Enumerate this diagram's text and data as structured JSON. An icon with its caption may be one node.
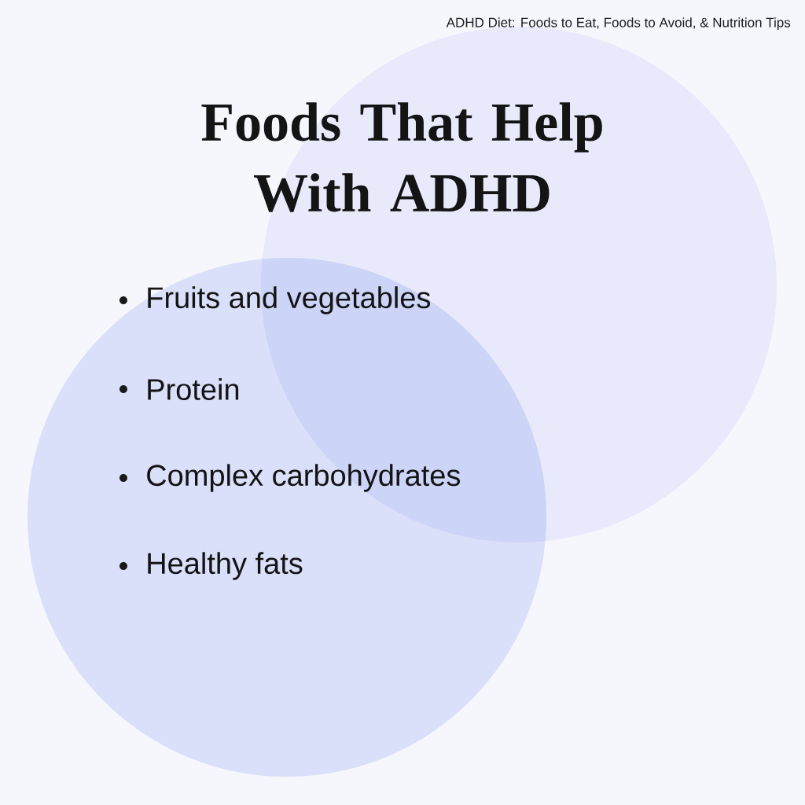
{
  "diagram": {
    "title": "Foods That Help With ADHD",
    "labels": [
      "ADHD Diet: Foods to Eat, Foods to Avoid, & Nutrition Tips",
      "Fruits and vegetables",
      "Protein",
      "Complex carbohydrates",
      "Healthy fats"
    ]
  }
}
